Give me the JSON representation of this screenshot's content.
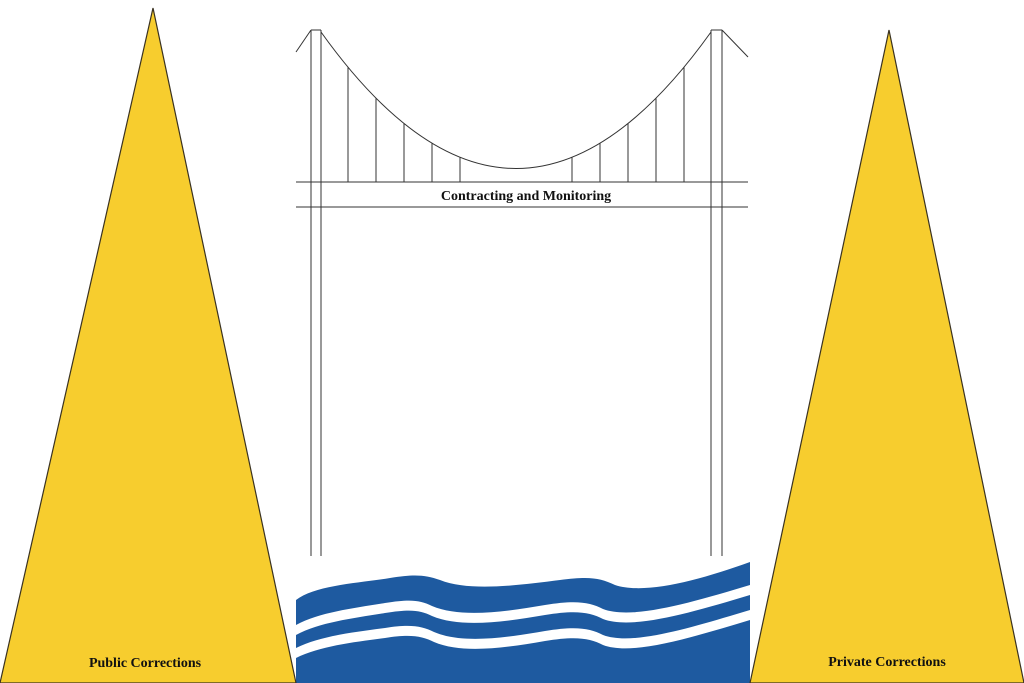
{
  "labels": {
    "bridge_deck": "Contracting and Monitoring",
    "left_mountain": "Public Corrections",
    "right_mountain": "Private Corrections"
  },
  "colors": {
    "mountain_fill": "#f7cd2e",
    "mountain_stroke": "#3a3220",
    "water": "#1e5aa0",
    "wave_highlight": "#ffffff",
    "bridge_line": "#333333",
    "background": "#ffffff"
  }
}
